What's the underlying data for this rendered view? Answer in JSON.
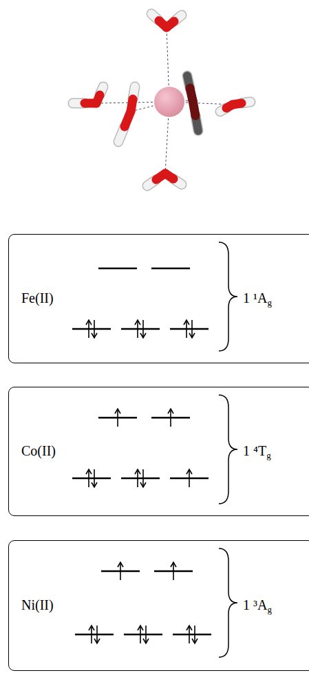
{
  "diagram": {
    "nodes": [
      {
        "text": [
          "Fe(II)",
          "1 ¹Ag"
        ]
      },
      {
        "text": [
          "Co(II)",
          "1 ⁴Tg"
        ]
      },
      {
        "text": [
          "Ni(II)",
          "1 ³Ag"
        ]
      }
    ]
  }
}
